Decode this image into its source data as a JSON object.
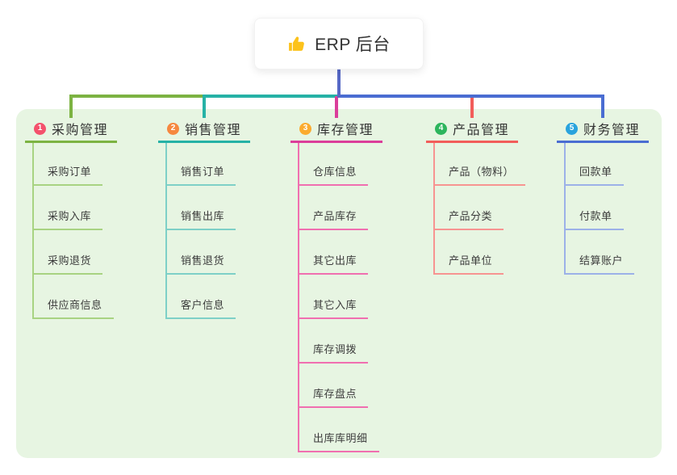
{
  "root": {
    "icon": "thumbs-up-icon",
    "label": "ERP 后台",
    "stem_color": "#5668c6"
  },
  "panel": {
    "background": "#e7f5e2"
  },
  "branches": [
    {
      "badge": "1",
      "title": "采购管理",
      "badge_color": "#f4516c",
      "line_color": "#7cb342",
      "light_line_color": "#a8d382",
      "items": [
        "采购订单",
        "采购入库",
        "采购退货",
        "供应商信息"
      ]
    },
    {
      "badge": "2",
      "title": "销售管理",
      "badge_color": "#f6883f",
      "line_color": "#26b2a6",
      "light_line_color": "#7ed0c7",
      "items": [
        "销售订单",
        "销售出库",
        "销售退货",
        "客户信息"
      ]
    },
    {
      "badge": "3",
      "title": "库存管理",
      "badge_color": "#fbab2f",
      "line_color": "#db3e9a",
      "light_line_color": "#f06fb0",
      "items": [
        "仓库信息",
        "产品库存",
        "其它出库",
        "其它入库",
        "库存调拨",
        "库存盘点",
        "出库库明细"
      ]
    },
    {
      "badge": "4",
      "title": "产品管理",
      "badge_color": "#2db55d",
      "line_color": "#f25d5a",
      "light_line_color": "#f79491",
      "items": [
        "产品（物料）",
        "产品分类",
        "产品单位"
      ]
    },
    {
      "badge": "5",
      "title": "财务管理",
      "badge_color": "#29a3dd",
      "line_color": "#4a6dd2",
      "light_line_color": "#9cb1e8",
      "items": [
        "回款单",
        "付款单",
        "结算账户"
      ]
    }
  ]
}
